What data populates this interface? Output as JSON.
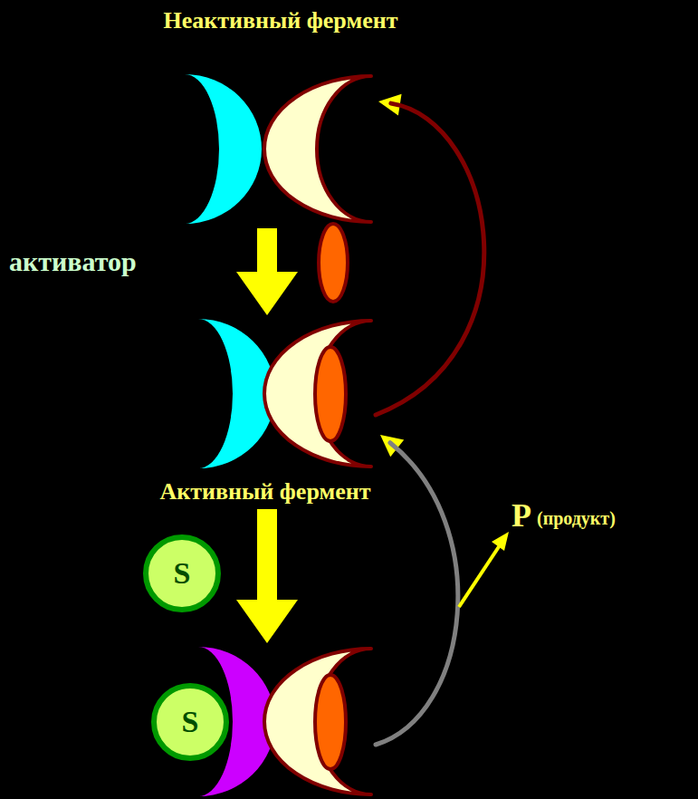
{
  "diagram": {
    "nodes": [
      {
        "text": [
          "Неактивный фермент"
        ]
      },
      {
        "text": [
          "Активный фермент"
        ]
      },
      {
        "text": [
          "S"
        ]
      },
      {
        "text": [
          "S"
        ]
      }
    ],
    "edges": [
      {
        "from": 0,
        "to": 1,
        "arrow": "to"
      },
      {
        "from": 1,
        "to": 0,
        "arrow": "to"
      },
      {
        "from": 1,
        "to": 3,
        "arrow": "to"
      },
      {
        "from": 3,
        "to": 1,
        "arrow": "to"
      }
    ],
    "labels": [
      "активатор",
      "P",
      "(продукт)"
    ]
  }
}
